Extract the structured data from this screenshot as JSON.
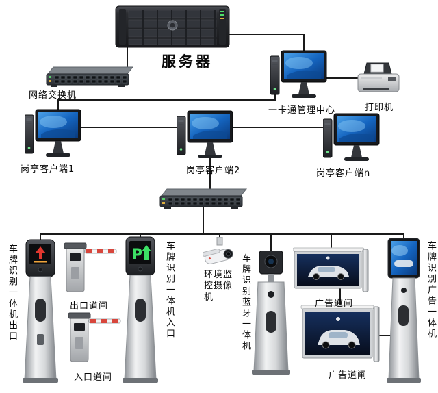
{
  "colors": {
    "background": "#ffffff",
    "connection_line": "#1a1a1a",
    "screen_blue": "#1565c0",
    "led_green": "#3ce065",
    "arrow_red": "#e2372f",
    "label_text": "#0a0a0a"
  },
  "nodes": {
    "server": {
      "label": "服务器",
      "icon": "rack-server-icon"
    },
    "network_switch": {
      "label": "网络交换机",
      "icon": "network-switch-icon"
    },
    "distribution_switch": {
      "icon": "network-switch-icon"
    },
    "card_mgmt_center": {
      "label": "一卡通管理中心",
      "icon": "desktop-computer-icon"
    },
    "printer": {
      "label": "打印机",
      "icon": "printer-icon"
    },
    "booth_client_1": {
      "label": "岗亭客户端1",
      "icon": "desktop-computer-icon"
    },
    "booth_client_2": {
      "label": "岗亭客户端2",
      "icon": "desktop-computer-icon"
    },
    "booth_client_n": {
      "label": "岗亭客户端n",
      "icon": "desktop-computer-icon"
    },
    "lpr_exit_kiosk": {
      "label": "车牌识别一体机出口",
      "icon": "lpr-kiosk-icon"
    },
    "exit_barrier": {
      "label": "出口道闸",
      "icon": "barrier-gate-icon"
    },
    "entry_barrier": {
      "label": "入口道闸",
      "icon": "barrier-gate-icon"
    },
    "lpr_entry_kiosk": {
      "label": "车牌识别一体机入口",
      "display": "P",
      "icon": "lpr-kiosk-icon"
    },
    "env_camera": {
      "label": "环境监控摄像机",
      "icon": "cctv-camera-icon"
    },
    "lpr_bluetooth_kiosk": {
      "label": "车牌识别蓝牙一体机",
      "icon": "lpr-kiosk-icon"
    },
    "ad_barrier_1": {
      "label": "广告道闸",
      "icon": "ad-barrier-icon"
    },
    "ad_barrier_2": {
      "label": "广告道闸",
      "icon": "ad-barrier-icon"
    },
    "lpr_ad_kiosk": {
      "label": "车牌识别广告一体机",
      "icon": "lpr-kiosk-icon"
    }
  }
}
